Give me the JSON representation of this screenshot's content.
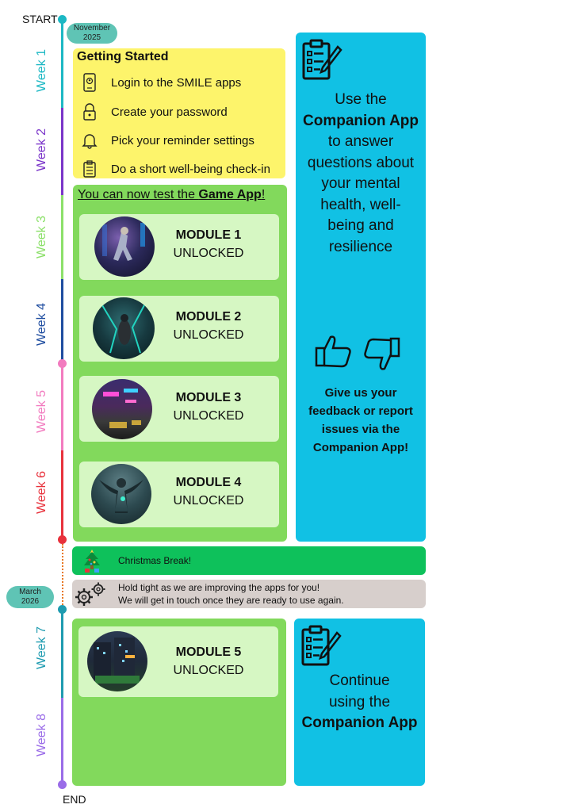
{
  "timeline": {
    "start_label": "START",
    "end_label": "END",
    "start_date": "November\n2025",
    "resume_date": "March\n2026",
    "weeks": [
      "Week 1",
      "Week 2",
      "Week 3",
      "Week 4",
      "Week 5",
      "Week 6",
      "Week 7",
      "Week 8"
    ],
    "week_colors": [
      "#1cb8c4",
      "#7a34c9",
      "#8ce06a",
      "#1f4da0",
      "#f27bbf",
      "#e8323c",
      "#1e9bb0",
      "#9a6ce8"
    ]
  },
  "getting_started": {
    "title": "Getting Started",
    "items": [
      {
        "icon": "phone-icon",
        "label": "Login to the SMILE apps"
      },
      {
        "icon": "lock-icon",
        "label": "Create your password"
      },
      {
        "icon": "bell-icon",
        "label": "Pick your reminder settings"
      },
      {
        "icon": "clipboard-icon",
        "label": "Do a short well-being check-in"
      }
    ]
  },
  "game": {
    "heading_pre": "You can now test the ",
    "heading_bold": "Game App",
    "heading_post": "!",
    "modules": [
      {
        "title": "MODULE 1",
        "status": "UNLOCKED"
      },
      {
        "title": "MODULE 2",
        "status": "UNLOCKED"
      },
      {
        "title": "MODULE 3",
        "status": "UNLOCKED"
      },
      {
        "title": "MODULE 4",
        "status": "UNLOCKED"
      }
    ],
    "module5": {
      "title": "MODULE 5",
      "status": "UNLOCKED"
    }
  },
  "companion": {
    "line1": "Use the",
    "bold": "Companion App",
    "rest": [
      "to answer",
      "questions about",
      "your mental",
      "health, well-",
      "being and",
      "resilience"
    ],
    "feedback": [
      "Give us your",
      "feedback or report",
      "issues via the",
      "Companion App!"
    ]
  },
  "breaks": {
    "christmas": "Christmas Break!",
    "hold_line1": "Hold tight as we are improving the apps for you!",
    "hold_line2": "We will get in touch once they are ready to use again."
  },
  "continue": {
    "line1": "Continue",
    "line2": "using the",
    "bold": "Companion App"
  }
}
